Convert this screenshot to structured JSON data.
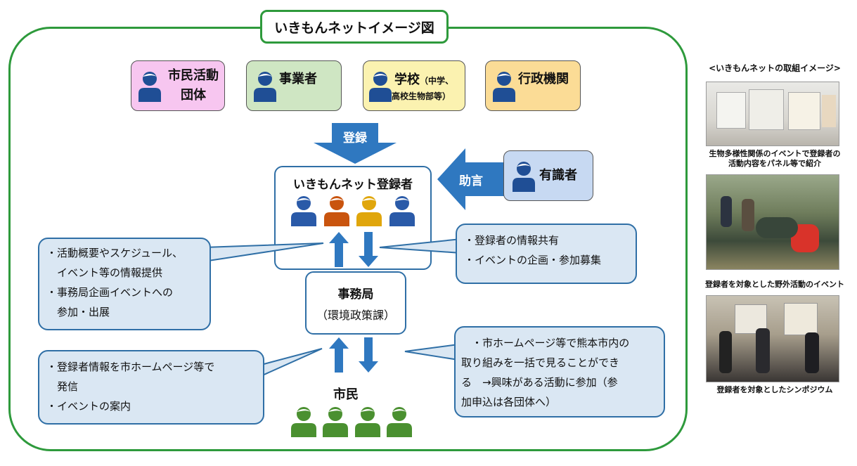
{
  "title": "いきもんネットイメージ図",
  "orgs": [
    {
      "line1": "市民活動",
      "line2": "団体",
      "color": "#f7c6f0"
    },
    {
      "line1": "事業者",
      "line2": "",
      "color": "#cfe6c3"
    },
    {
      "line1": "学校",
      "note1": "（中学、",
      "note2": "高校生物部等）",
      "color": "#fbf2b0"
    },
    {
      "line1": "行政機関",
      "line2": "",
      "color": "#fbdc96"
    }
  ],
  "registration_arrow": "登録",
  "advice_arrow": "助言",
  "expert": "有識者",
  "registrants": {
    "label": "いきもんネット登録者",
    "person_colors": [
      "#2a5aa8",
      "#c9540e",
      "#e0a60c",
      "#2a5aa8"
    ]
  },
  "office": {
    "line1": "事務局",
    "line2": "（環境政策課）"
  },
  "citizens": {
    "label": "市民",
    "person_color": "#4a9030"
  },
  "callouts": {
    "left_top": [
      "・活動概要やスケジュール、",
      "　イベント等の情報提供",
      "・事務局企画イベントへの",
      "　参加・出展"
    ],
    "right_top": [
      "・登録者の情報共有",
      "・イベントの企画・参加募集"
    ],
    "left_bottom": [
      "・登録者情報を市ホームページ等で",
      "　発信",
      "・イベントの案内"
    ],
    "right_bottom": [
      "　・市ホームページ等で熊本市内の",
      "取り組みを一括で見ることができ",
      "る　→興味がある活動に参加（参",
      "加申込は各団体へ）"
    ]
  },
  "sidebar": {
    "heading": "<いきもんネットの取組イメージ>",
    "photos": [
      {
        "caption1": "生物多様性関係のイベントで登録者の",
        "caption2": "活動内容をパネル等で紹介"
      },
      {
        "caption1": "登録者を対象とした野外活動のイベント",
        "caption2": ""
      },
      {
        "caption1": "登録者を対象としたシンポジウム",
        "caption2": ""
      }
    ]
  },
  "colors": {
    "frame": "#2e9a3c",
    "arrow_blue": "#2f78c0",
    "org_person": "#1f4e95"
  }
}
